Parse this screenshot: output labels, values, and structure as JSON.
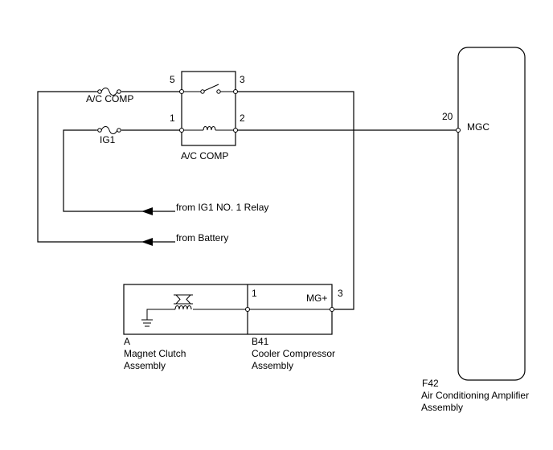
{
  "fuses": {
    "ac_comp": "A/C COMP",
    "ig1": "IG1"
  },
  "relay": {
    "label": "A/C COMP",
    "pins": {
      "p1": "1",
      "p2": "2",
      "p3": "3",
      "p5": "5"
    }
  },
  "sources": {
    "ig1_relay": "from IG1 NO. 1 Relay",
    "battery": "from Battery"
  },
  "amplifier": {
    "pin_number": "20",
    "pin_name": "MGC",
    "code": "F42",
    "name_line1": "Air Conditioning Amplifier",
    "name_line2": "Assembly"
  },
  "compressor": {
    "pin1": "1",
    "pin3": "3",
    "pin3_name": "MG+",
    "clutch_code": "A",
    "clutch_line1": "Magnet Clutch",
    "clutch_line2": "Assembly",
    "comp_code": "B41",
    "comp_line1": "Cooler Compressor",
    "comp_line2": "Assembly"
  }
}
